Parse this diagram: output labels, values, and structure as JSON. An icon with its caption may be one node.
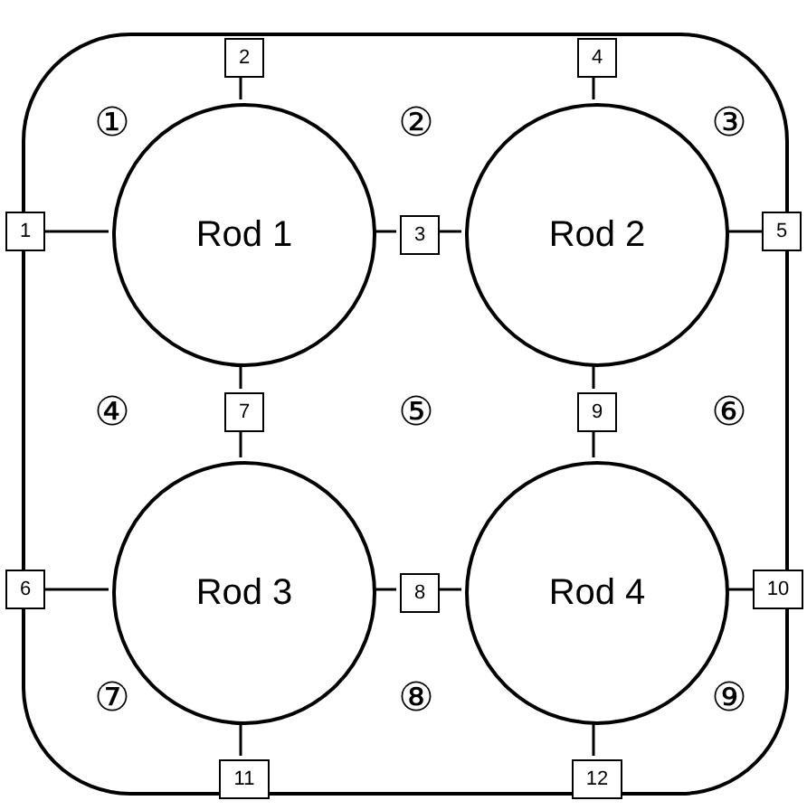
{
  "diagram": {
    "nodes": [
      {
        "text": [],
        "shape": "box"
      },
      {
        "text": [
          "2"
        ],
        "in": 0
      },
      {
        "text": [
          "4"
        ],
        "in": 0
      },
      {
        "text": [
          "1"
        ]
      },
      {
        "text": [
          "Rod 1"
        ],
        "in": 0
      },
      {
        "text": [
          "3"
        ],
        "in": 0
      },
      {
        "text": [
          "Rod 2"
        ],
        "in": 0
      },
      {
        "text": [
          "5"
        ]
      },
      {
        "text": [
          "7"
        ],
        "in": 0
      },
      {
        "text": [
          "9"
        ],
        "in": 0
      },
      {
        "text": [
          "6"
        ]
      },
      {
        "text": [
          "Rod 3"
        ],
        "in": 0
      },
      {
        "text": [
          "8"
        ],
        "in": 0
      },
      {
        "text": [
          "Rod 4"
        ],
        "in": 0
      },
      {
        "text": [
          "10"
        ]
      },
      {
        "text": [
          "11"
        ],
        "in": 0
      },
      {
        "text": [
          "12"
        ],
        "in": 0
      }
    ],
    "edges": [
      {
        "from": 1,
        "to": 4,
        "arrow": "none"
      },
      {
        "from": 2,
        "to": 6,
        "arrow": "none"
      },
      {
        "from": 3,
        "to": 4,
        "arrow": "none"
      },
      {
        "from": 4,
        "to": 5,
        "arrow": "none"
      },
      {
        "from": 5,
        "to": 6,
        "arrow": "none"
      },
      {
        "from": 6,
        "to": 7,
        "arrow": "none"
      },
      {
        "from": 4,
        "to": 8,
        "arrow": "none"
      },
      {
        "from": 8,
        "to": 11,
        "arrow": "none"
      },
      {
        "from": 6,
        "to": 9,
        "arrow": "none"
      },
      {
        "from": 9,
        "to": 13,
        "arrow": "none"
      },
      {
        "from": 10,
        "to": 11,
        "arrow": "none"
      },
      {
        "from": 11,
        "to": 12,
        "arrow": "none"
      },
      {
        "from": 12,
        "to": 13,
        "arrow": "none"
      },
      {
        "from": 13,
        "to": 14,
        "arrow": "none"
      },
      {
        "from": 11,
        "to": 15,
        "arrow": "none"
      },
      {
        "from": 13,
        "to": 16,
        "arrow": "none"
      }
    ],
    "labels": [
      "①",
      "②",
      "③",
      "④",
      "⑤",
      "⑥",
      "⑦",
      "⑧",
      "⑨"
    ]
  }
}
